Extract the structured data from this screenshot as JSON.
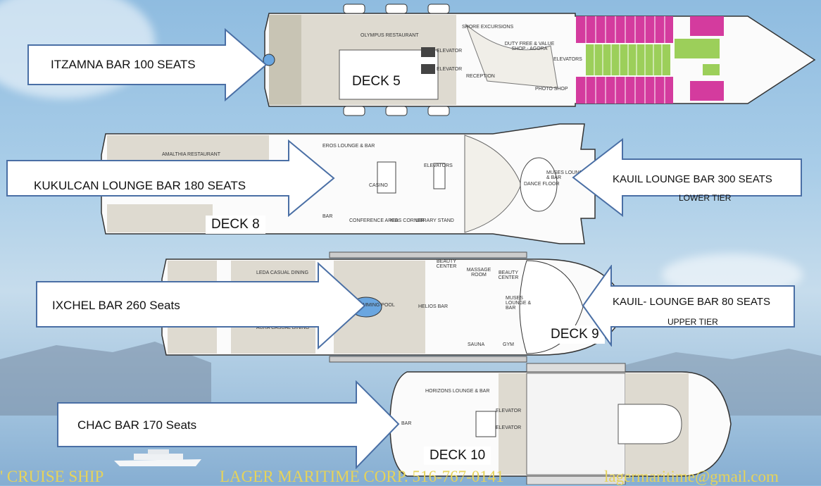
{
  "decks": {
    "deck5": {
      "label": "DECK 5",
      "rooms": {
        "olympus": "OLYMPUS RESTAURANT",
        "elevator1": "ELEVATOR",
        "elevator2": "ELEVATOR",
        "shore": "SHORE EXCURSIONS",
        "dutyfree": "DUTY FREE & VALUE SHOP - AGORA",
        "reception": "RECEPTION",
        "photo": "PHOTO SHOP",
        "elevators": "ELEVATORS"
      }
    },
    "deck8": {
      "label": "DECK 8",
      "rooms": {
        "eros": "EROS LOUNGE & BAR",
        "amalthia": "AMALTHIA RESTAURANT",
        "casino": "CASINO",
        "elevators": "ELEVATORS",
        "dance": "DANCE FLOOR",
        "muses": "MUSES LOUNGE & BAR",
        "bar": "BAR",
        "conference": "CONFERENCE AREA",
        "kids": "KIDS CORNER",
        "library": "LIBRARY STAND"
      }
    },
    "deck9": {
      "label": "DECK 9",
      "rooms": {
        "leda": "LEDA CASUAL DINING",
        "aura": "AURA CASUAL DINING",
        "beauty1": "BEAUTY CENTER",
        "massage": "MASSAGE ROOM",
        "beauty2": "BEAUTY CENTER",
        "helios": "HELIOS BAR",
        "muses": "MUSES LOUNGE & BAR",
        "sauna": "SAUNA",
        "gym": "GYM",
        "pool": "SWIMMING POOL"
      }
    },
    "deck10": {
      "label": "DECK 10",
      "rooms": {
        "horizons": "HORIZONS LOUNGE & BAR",
        "elevator1": "ELEVATOR",
        "elevator2": "ELEVATOR",
        "bar": "BAR"
      }
    }
  },
  "callouts": {
    "itzamna": "ITZAMNA BAR 100 SEATS",
    "kukulcan": "KUKULCAN LOUNGE BAR 180 SEATS",
    "kauil_lower": "KAUIL LOUNGE BAR 300 SEATS",
    "kauil_lower_sub": "LOWER TIER",
    "ixchel": "IXCHEL BAR 260 Seats",
    "kauil_upper": "KAUIL- LOUNGE BAR 80 SEATS",
    "kauil_upper_sub": "UPPER TIER",
    "chac": "CHAC BAR 170 Seats"
  },
  "footer": {
    "left": "' CRUISE SHIP",
    "center": "LAGER MARITIME CORP.  516-767-0141",
    "right": "lagermaritime@gmail.com"
  },
  "colors": {
    "cabin_magenta": "#d43b9e",
    "cabin_green": "#9ccf5a",
    "footer_text": "#e6d35a",
    "pool_blue": "#6aa6e0"
  }
}
